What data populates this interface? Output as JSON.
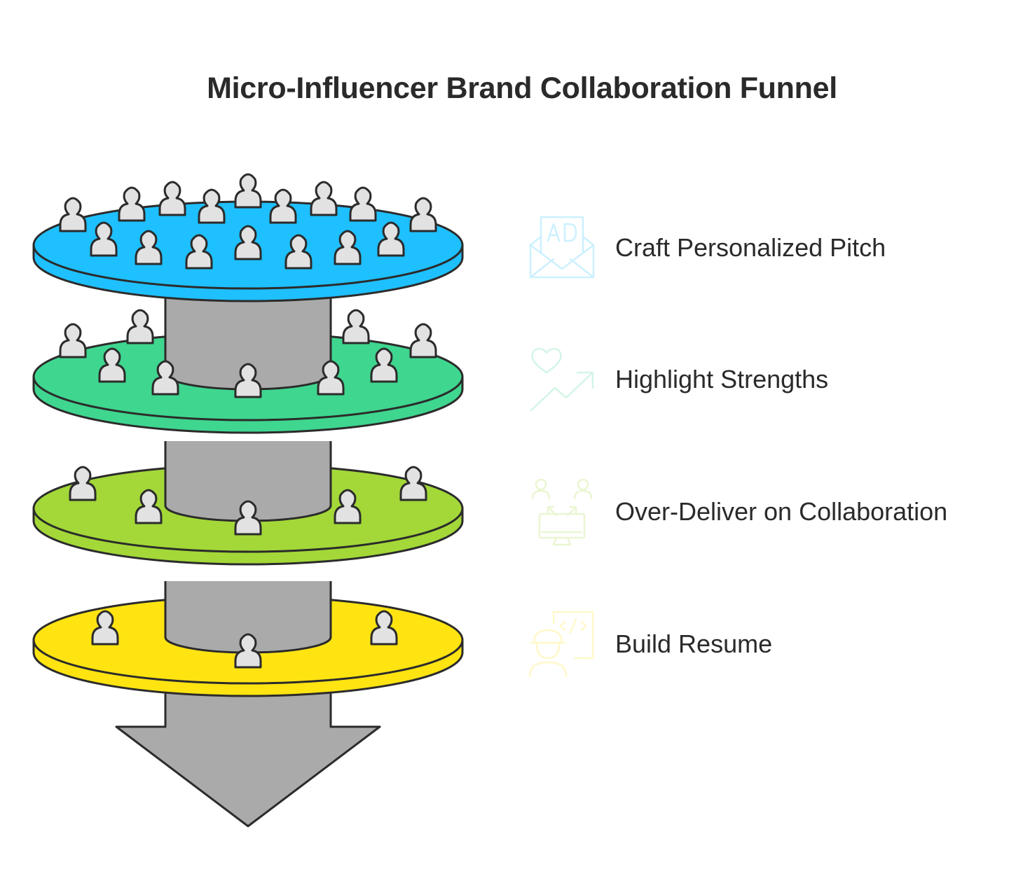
{
  "title": "Micro-Influencer Brand Collaboration Funnel",
  "stages": [
    {
      "label": "Craft Personalized Pitch",
      "icon": "ad-envelope-icon",
      "color": "#1EC0FF",
      "icon_color": "#1EC0FF"
    },
    {
      "label": "Highlight Strengths",
      "icon": "heart-trend-icon",
      "color": "#3FD68F",
      "icon_color": "#3FD68F"
    },
    {
      "label": "Over-Deliver on Collaboration",
      "icon": "people-computer-icon",
      "color": "#A3D838",
      "icon_color": "#A3D838"
    },
    {
      "label": "Build Resume",
      "icon": "developer-code-icon",
      "color": "#FFE412",
      "icon_color": "#FFE412"
    }
  ],
  "colors": {
    "column": "#AAAAAA",
    "person": "#E2E2E2",
    "outline": "#2B2B2B"
  }
}
